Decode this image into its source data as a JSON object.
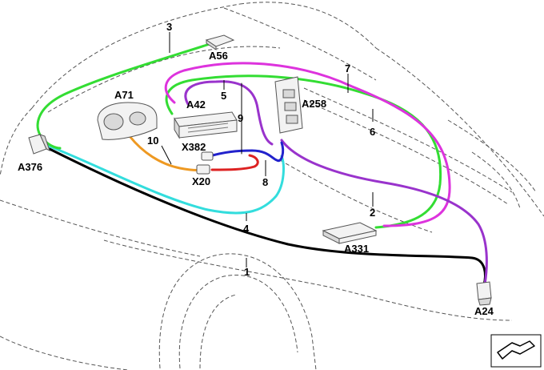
{
  "components": {
    "A56": "A56",
    "A71": "A71",
    "A42": "A42",
    "A258": "A258",
    "A376": "A376",
    "X382": "X382",
    "X20": "X20",
    "A331": "A331",
    "A24": "A24"
  },
  "cables": {
    "c1": "1",
    "c2": "2",
    "c3": "3",
    "c4": "4",
    "c5": "5",
    "c6": "6",
    "c7": "7",
    "c8": "8",
    "c9": "9",
    "c10": "10"
  },
  "colors": {
    "green": "#33dd33",
    "magenta": "#dd33dd",
    "purple": "#9933cc",
    "cyan": "#33dddd",
    "black": "#000000",
    "orange": "#ee9922",
    "red": "#dd2222",
    "blue": "#2222cc"
  }
}
